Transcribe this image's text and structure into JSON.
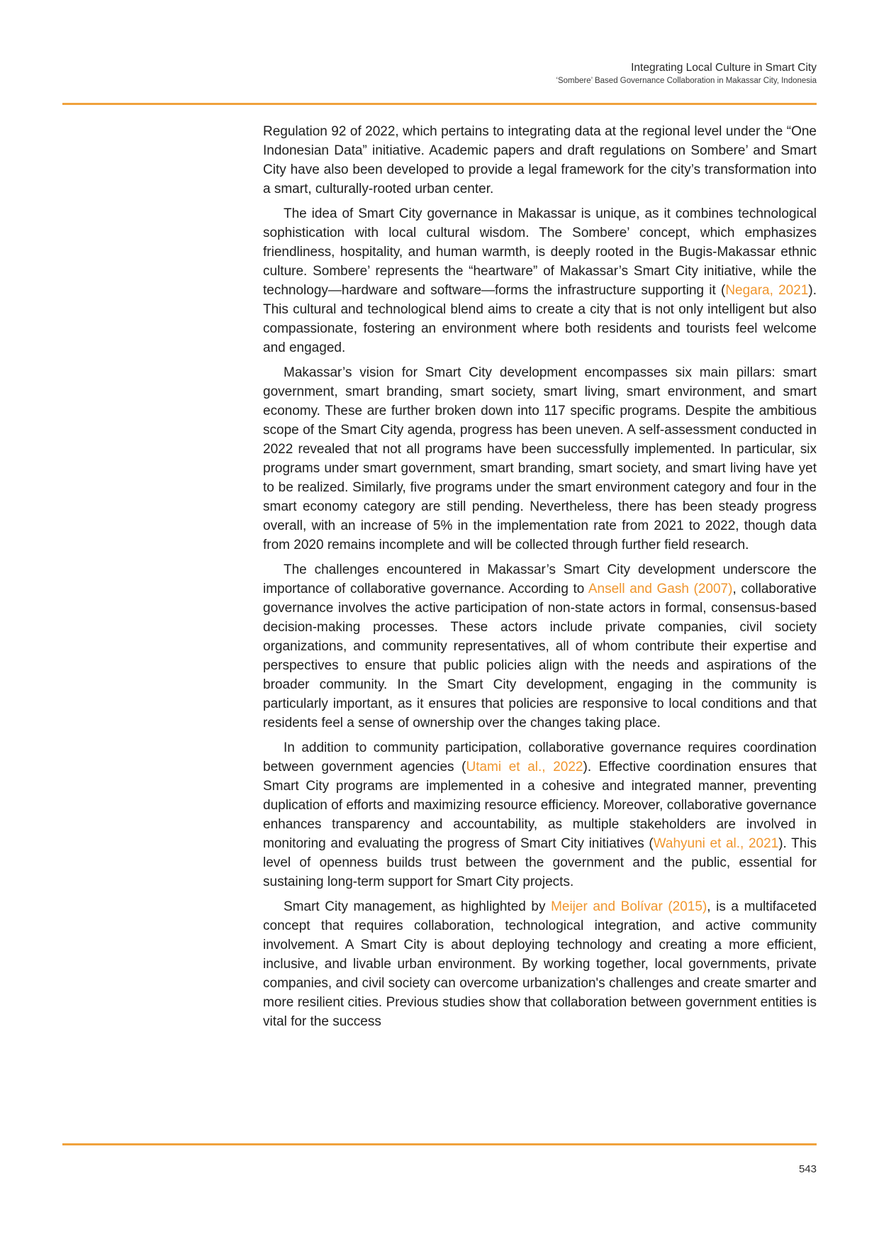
{
  "header": {
    "title": "Integrating Local Culture in Smart City",
    "subtitle": "‘Sombere’ Based Governance Collaboration in Makassar City, Indonesia"
  },
  "paragraphs": [
    [
      "Regulation 92 of 2022, which pertains to integrating data at the regional level under the “One Indonesian Data” initiative. Academic papers and draft regulations on Sombere’ and Smart City have also been developed to provide a legal framework for the city’s transformation into a smart, culturally-rooted urban center."
    ],
    [
      "The idea of Smart City governance in Makassar is unique, as it combines technological sophistication with local cultural wisdom. The Sombere’ concept, which emphasizes friendliness, hospitality, and human warmth, is deeply rooted in the Bugis-Makassar ethnic culture. Sombere’ represents the “heartware” of Makassar’s Smart City initiative, while the technology—hardware and software—forms the infrastructure supporting it (",
      "Negara, 2021",
      "). This cultural and technological blend aims to create a city that is not only intelligent but also compassionate, fostering an environment where both residents and tourists feel welcome and engaged."
    ],
    [
      "Makassar’s vision for Smart City development encompasses six main pillars: smart government, smart branding, smart society, smart living, smart environment, and smart economy. These are further broken down into 117 specific programs. Despite the ambitious scope of the Smart City agenda, progress has been uneven. A self-assessment conducted in 2022 revealed that not all programs have been successfully implemented. In particular, six programs under smart government, smart branding, smart society, and smart living have yet to be realized. Similarly, five programs under the smart environment category and four in the smart economy category are still pending. Nevertheless, there has been steady progress overall, with an increase of 5% in the implementation rate from 2021 to 2022, though data from 2020 remains incomplete and will be collected through further field research."
    ],
    [
      "The challenges encountered in Makassar’s Smart City development underscore the importance of collaborative governance. According to ",
      "Ansell and Gash (2007)",
      ", collaborative governance involves the active participation of non-state actors in formal, consensus-based decision-making processes. These actors include private companies, civil society organizations, and community representatives, all of whom contribute their expertise and perspectives to ensure that public policies align with the needs and aspirations of the broader community. In the Smart City development, engaging in the community is particularly important, as it ensures that policies are responsive to local conditions and that residents feel a sense of ownership over the changes taking place."
    ],
    [
      "In addition to community participation, collaborative governance requires coordination between government agencies (",
      "Utami et al., 2022",
      "). Effective coordination ensures that Smart City programs are implemented in a cohesive and integrated manner, preventing duplication of efforts and maximizing resource efficiency. Moreover, collaborative governance enhances transparency and accountability, as multiple stakeholders are involved in monitoring and evaluating the progress of Smart City initiatives (",
      "Wahyuni et al., 2021",
      "). This level of openness builds trust between the government and the public, essential for sustaining long-term support for Smart City projects."
    ],
    [
      "Smart City management, as highlighted by ",
      "Meijer and Bolívar (2015)",
      ", is a multifaceted concept that requires collaboration, technological integration, and active community involvement. A Smart City is about deploying technology and creating a more efficient, inclusive, and livable urban environment. By working together, local governments, private companies, and civil society can overcome urbanization's challenges and create smarter and more resilient cities. Previous studies show that collaboration between government entities is vital for the success"
    ]
  ],
  "page_number": "543",
  "colors": {
    "accent": "#f0a23c",
    "citation": "#f0962e",
    "text": "#1e1e1e"
  }
}
